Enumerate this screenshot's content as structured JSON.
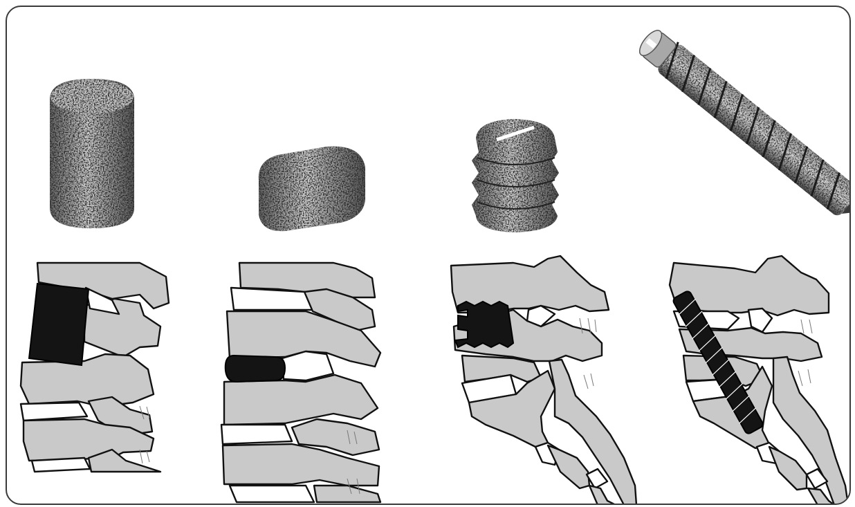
{
  "figure": {
    "panels": [
      {
        "implant_icon": "porous-cylinder-implant-icon",
        "placement": "anterior-vertebral-body"
      },
      {
        "implant_icon": "porous-oval-block-implant-icon",
        "placement": "intervertebral-disc-space"
      },
      {
        "implant_icon": "porous-threaded-plug-implant-icon",
        "placement": "odontoid-body-bridge"
      },
      {
        "implant_icon": "porous-long-screw-implant-icon",
        "placement": "transarticular-diagonal"
      }
    ],
    "colors": {
      "bone": "#c9c9c9",
      "implant": "#141414",
      "outline": "#111111",
      "frame": "#3a3a3a"
    }
  }
}
